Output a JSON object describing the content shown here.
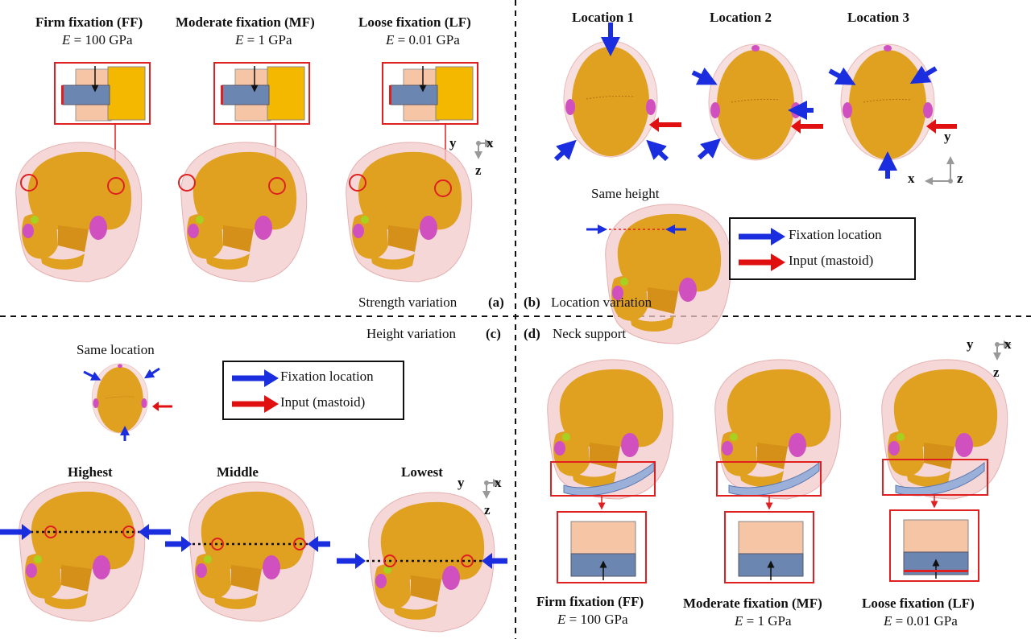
{
  "panel_a": {
    "caption": "Strength variation",
    "letter": "(a)",
    "items": [
      {
        "title": "Firm fixation (FF)",
        "modulus_symbol": "E",
        "modulus_value": "= 100 GPa"
      },
      {
        "title": "Moderate fixation (MF)",
        "modulus_symbol": "E",
        "modulus_value": "= 1 GPa"
      },
      {
        "title": "Loose fixation (LF)",
        "modulus_symbol": "E",
        "modulus_value": "= 0.01 GPa"
      }
    ],
    "axes": {
      "a": "y",
      "b": "x",
      "c": "z"
    }
  },
  "panel_b": {
    "caption": "Location variation",
    "letter": "(b)",
    "locations": [
      "Location 1",
      "Location 2",
      "Location 3"
    ],
    "same_height": "Same height",
    "axes": {
      "a": "y",
      "b": "x",
      "c": "z"
    },
    "legend": {
      "fixation": "Fixation location",
      "input": "Input (mastoid)"
    }
  },
  "panel_c": {
    "caption": "Height variation",
    "letter": "(c)",
    "same_location": "Same location",
    "heights": [
      "Highest",
      "Middle",
      "Lowest"
    ],
    "axes": {
      "a": "y",
      "b": "x",
      "c": "z"
    },
    "legend": {
      "fixation": "Fixation location",
      "input": "Input (mastoid)"
    }
  },
  "panel_d": {
    "caption": "Neck support",
    "letter": "(d)",
    "axes": {
      "a": "y",
      "b": "x",
      "c": "z"
    },
    "items": [
      {
        "title": "Firm fixation (FF)",
        "modulus_symbol": "E",
        "modulus_value": "= 100 GPa"
      },
      {
        "title": "Moderate fixation (MF)",
        "modulus_symbol": "E",
        "modulus_value": "= 1 GPa"
      },
      {
        "title": "Loose fixation (LF)",
        "modulus_symbol": "E",
        "modulus_value": "= 0.01 GPa"
      }
    ]
  },
  "colors": {
    "skull": "#e0a020",
    "skin": "#f2c9c9",
    "ear": "#d050c0",
    "fixation_arrow": "#1a2ee0",
    "input_arrow": "#e01010",
    "highlight_box": "#e02020",
    "clamp_block": "#f5c5a5",
    "clamp_metal": "#6b86b0",
    "clamp_yellow": "#f5b800"
  }
}
